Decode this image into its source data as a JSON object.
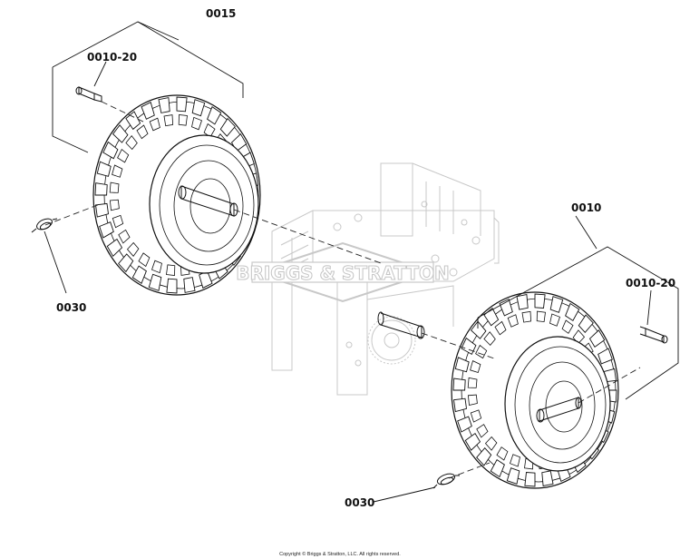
{
  "callouts": {
    "left_wheel_assembly": "0015",
    "left_valve_stem": "0010-20",
    "left_clip": "0030",
    "right_wheel_assembly": "0010",
    "right_valve_stem": "0010-20",
    "right_clip": "0030"
  },
  "watermark": "BRIGGS & STRATTON",
  "copyright": "Copyright © Briggs & Stratton, LLC. All rights reserved."
}
